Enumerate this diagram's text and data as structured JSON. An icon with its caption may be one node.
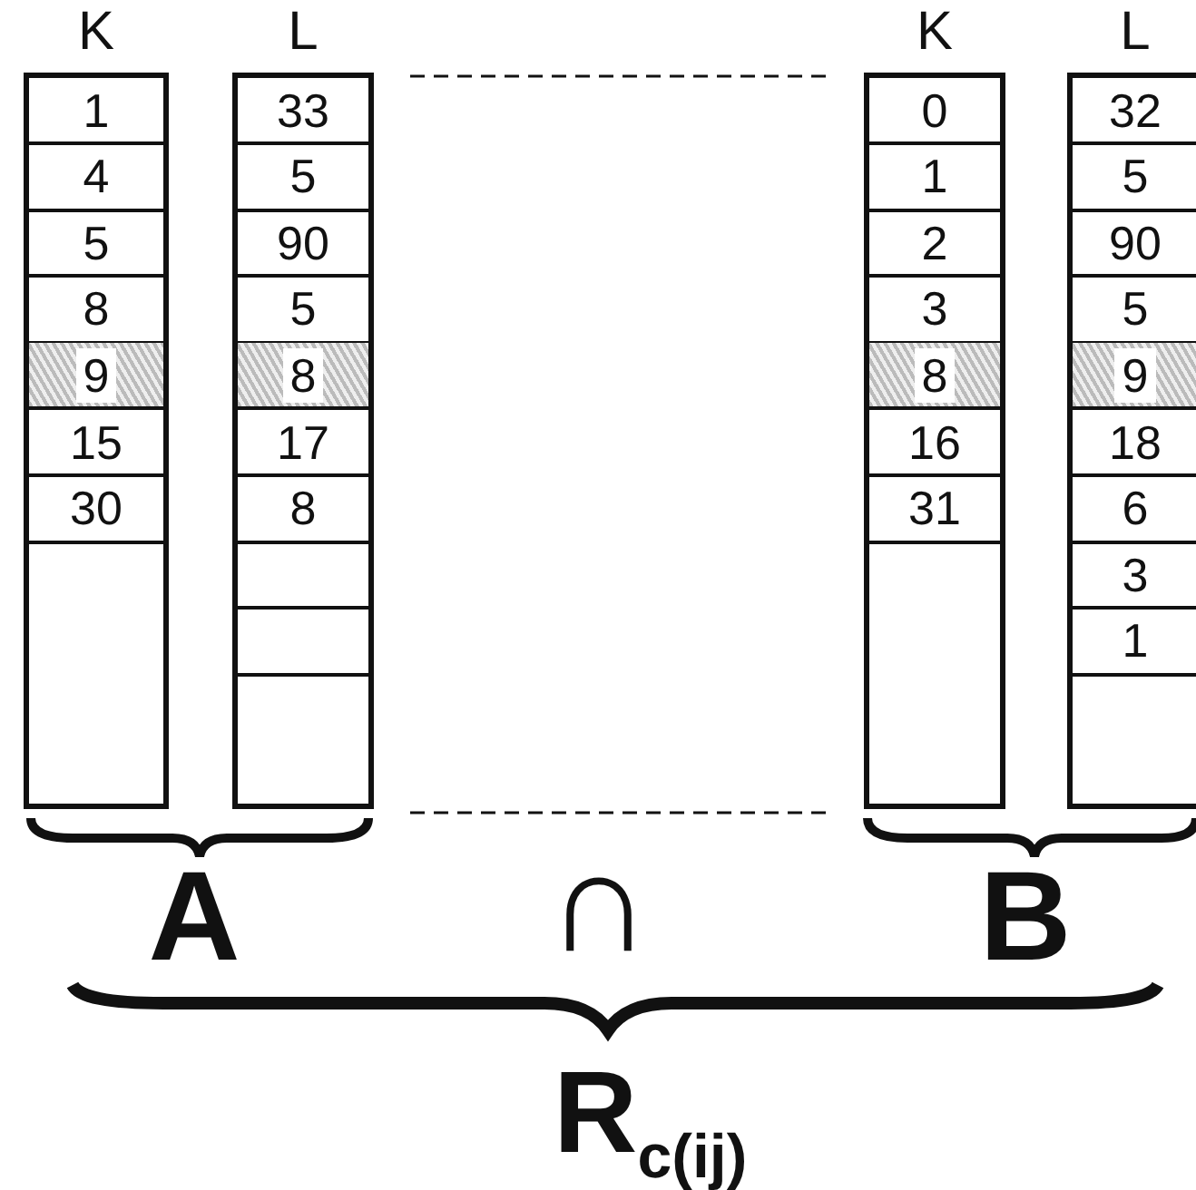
{
  "diagram": {
    "labels": [
      "K",
      "L",
      "K",
      "L",
      "1",
      "33",
      "0",
      "32",
      "4",
      "5",
      "1",
      "5",
      "5",
      "90",
      "2",
      "90",
      "8",
      "5",
      "3",
      "5",
      "9",
      "8",
      "8",
      "9",
      "15",
      "17",
      "16",
      "18",
      "30",
      "8",
      "31",
      "6",
      "3",
      "1",
      "A",
      "∩",
      "B",
      "R$_{c(ij)}$"
    ]
  }
}
